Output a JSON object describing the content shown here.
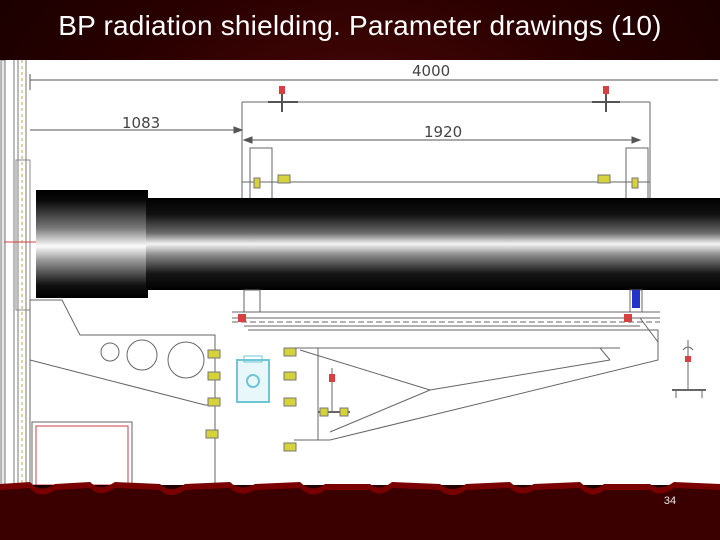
{
  "slide": {
    "title": "BP radiation shielding. Parameter drawings (10)",
    "page_number": "34"
  },
  "drawing": {
    "dimension_overall": "4000",
    "dimension_left": "1083",
    "dimension_inner": "1920"
  },
  "colors": {
    "slide_background": "#2a0000",
    "title_text": "#ffffff",
    "drawing_background": "#ffffff",
    "line_color": "#555555",
    "bolt_color": "#d6d23a",
    "bracket_color": "#6fc6d6",
    "accent_red": "#d84040",
    "accent_blue": "#2233cc"
  }
}
